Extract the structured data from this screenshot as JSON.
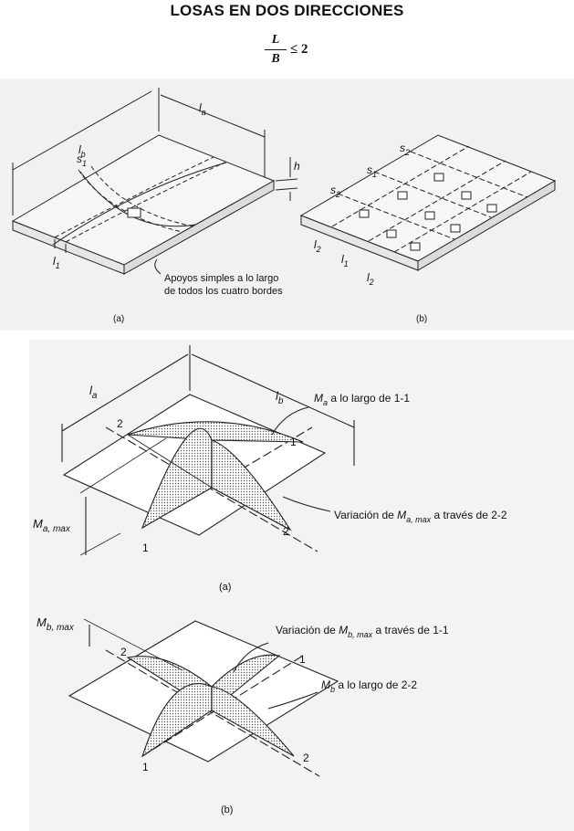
{
  "title": "LOSAS EN DOS DIRECCIONES",
  "formula": {
    "num": "L",
    "den": "B",
    "relation": "≤ 2"
  },
  "fig1": {
    "la": "l",
    "la_sub": "a",
    "lb": "l",
    "lb_sub": "b",
    "h": "h",
    "s1": "s",
    "s1_sub": "1",
    "l1": "l",
    "l1_sub": "1",
    "support_line1": "Apoyos simples a lo largo",
    "support_line2": "de todos los cuatro bordes",
    "cap_a": "(a)",
    "cap_b": "(b)",
    "b_s1": "s",
    "b_s1_sub": "1",
    "b_s2": "s",
    "b_s2_sub": "2",
    "b_s2b": "s",
    "b_s2b_sub": "2",
    "b_l1": "l",
    "b_l1_sub": "1",
    "b_l2": "l",
    "b_l2_sub": "2",
    "b_l2b": "l",
    "b_l2b_sub": "2"
  },
  "fig2": {
    "la": "l",
    "la_sub": "a",
    "lb": "l",
    "lb_sub": "b",
    "ma_label": "M",
    "ma_sub": "a",
    "ma_text": " a lo largo de 1-1",
    "var_label": "Variación de ",
    "var_m": "M",
    "var_sub": "a, max",
    "var_text": " a través de 2-2",
    "mmax": "M",
    "mmax_sub": "a, max",
    "n1": "1",
    "n1b": "1",
    "n2": "2",
    "n2b": "2",
    "cap": "(a)"
  },
  "fig3": {
    "mmax": "M",
    "mmax_sub": "b, max",
    "var_label": "Variación de ",
    "var_m": "M",
    "var_sub": "b, max",
    "var_text": " a través de 1-1",
    "mb_label": "M",
    "mb_sub": "b",
    "mb_text": " a lo largo de 2-2",
    "n1": "1",
    "n1b": "1",
    "n2": "2",
    "n2b": "2",
    "cap": "(b)"
  }
}
